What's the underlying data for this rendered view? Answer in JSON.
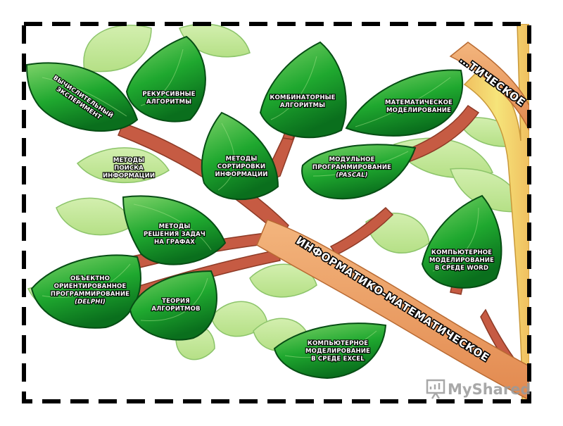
{
  "diagram": {
    "top_branch_label": "…ТИЧЕСКОЕ",
    "main_branch_label": "ИНФОРМАТИКО-МАТЕМАТИЧЕСКОЕ",
    "leaves": {
      "computational_experiment": [
        "ВЫЧИСЛИТЕЛЬНЫЙ",
        "ЭКСПЕРИМЕНТ"
      ],
      "recursive_algorithms": [
        "РЕКУРСИВНЫЕ",
        "АЛГОРИТМЫ"
      ],
      "combinatorial_algorithms": [
        "КОМБИНАТОРНЫЕ",
        "АЛГОРИТМЫ"
      ],
      "math_modeling": [
        "МАТЕМАТИЧЕСКОЕ",
        "МОДЕЛИРОВАНИЕ"
      ],
      "search_methods": [
        "МЕТОДЫ",
        "ПОИСКА",
        "ИНФОРМАЦИИ"
      ],
      "sorting_methods": [
        "МЕТОДЫ",
        "СОРТИРОВКИ",
        "ИНФОРМАЦИИ"
      ],
      "modular_programming": [
        "МОДУЛЬНОЕ",
        "ПРОГРАММИРОВАНИЕ",
        "(PASCAL)"
      ],
      "graph_methods": [
        "МЕТОДЫ",
        "РЕШЕНИЯ ЗАДАЧ",
        "НА ГРАФАХ"
      ],
      "modeling_word": [
        "КОМПЬЮТЕРНОЕ",
        "МОДЕЛИРОВАНИЕ",
        "В СРЕДЕ WORD"
      ],
      "oop": [
        "ОБЪЕКТНО",
        "ОРИЕНТИРОВАННОЕ",
        "ПРОГРАММИРОВАНИЕ",
        "(DELPHI)"
      ],
      "algorithm_theory": [
        "ТЕОРИЯ",
        "АЛГОРИТМОВ"
      ],
      "modeling_excel": [
        "КОМПЬЮТЕРНОЕ",
        "МОДЕЛИРОВАНИЕ",
        "В СРЕДЕ EXCEL"
      ]
    },
    "colors": {
      "leaf_green": "#1fa82f",
      "leaf_dark": "#0a6f1d",
      "pale_leaf": "#c3e898",
      "branch_red": "#c65b43",
      "trunk_yellow": "#f3e06a",
      "border": "#000000"
    }
  },
  "watermark": {
    "text": "MyShared",
    "icon": "presentation-board-icon"
  }
}
